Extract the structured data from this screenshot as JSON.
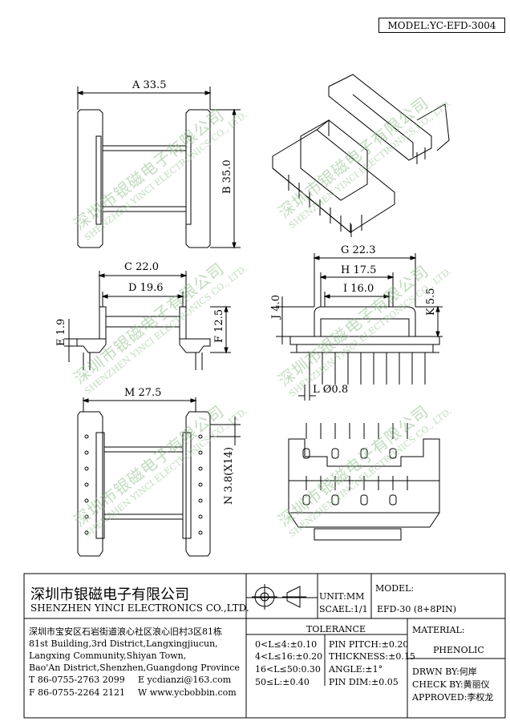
{
  "header": {
    "model_label": "MODEL:YC-EFD-3004"
  },
  "dimensions": {
    "A": "A 33.5",
    "B": "B 35.0",
    "C": "C 22.0",
    "D": "D 19.6",
    "E": "E 1.9",
    "F": "F 12.5",
    "G": "G 22.3",
    "H": "H 17.5",
    "I": "I 16.0",
    "J": "J 4.0",
    "K": "K 5.5",
    "L": "L Ø0.8",
    "M": "M 27.5",
    "N": "N 3.8(X14)"
  },
  "watermark": {
    "cn": "深圳市银磁电子有限公司",
    "en": "SHENZHEN YINCI ELECTRONICS CO., LTD."
  },
  "title_block": {
    "company_cn": "深圳市银磁电子有限公司",
    "company_en": "SHENZHEN YINCI ELECTRONICS CO.,LTD.",
    "address_cn": "深圳市宝安区石岩街道浪心社区浪心旧村3区81栋",
    "address_en_1": "81st Building,3rd District,Langxingjiucun,",
    "address_en_2": "Langxing Community,Shiyan Town,",
    "address_en_3": "Bao'An District,Shenzhen,Guangdong Province",
    "tel": "T 86-0755-2763 2099",
    "email": "E ycdianzi@163.com",
    "fax": "F 86-0755-2264 2121",
    "web": "W www.ycbobbin.com",
    "unit": "UNIT:MM",
    "scale": "SCAEL:1/1",
    "model_heading": "MODEL:",
    "model_value": "EFD-30 (8+8PIN)",
    "tolerance_heading": "TOLERANCE",
    "tol_1": "0<L≤4:±0.10",
    "tol_2": "4<L≤16:±0.20",
    "tol_3": "16<L≤50:0.30",
    "tol_4": "50≤L:±0.40",
    "pin_pitch": "PIN PITCH:±0.20",
    "thickness": "THICKNESS:±0.15",
    "angle": "ANGLE:±1°",
    "pin_dim": "PIN DIM:±0.05",
    "material_heading": "MATERIAL:",
    "material_value": "PHENOLIC",
    "drawn_by": "DRWN BY:何岸",
    "check_by": "CHECK BY:黄丽仪",
    "approved": "APPROVED:李权龙"
  }
}
